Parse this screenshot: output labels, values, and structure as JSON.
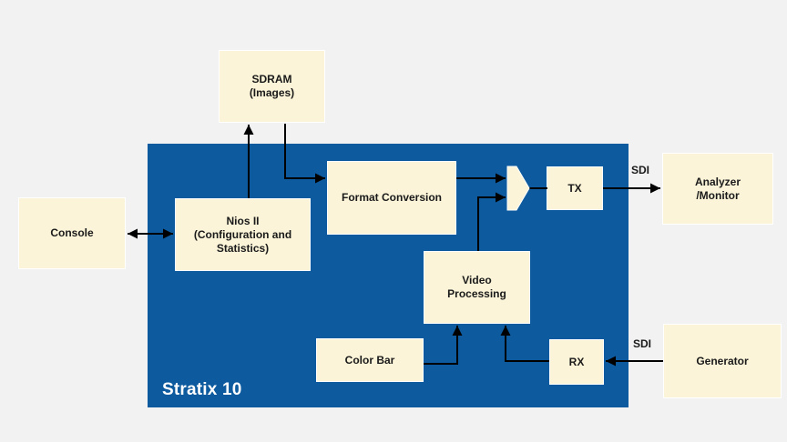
{
  "diagram": {
    "fpga": {
      "label": "Stratix 10"
    },
    "blocks": {
      "console": {
        "lines": [
          "Console"
        ]
      },
      "sdram": {
        "lines": [
          "SDRAM",
          "(Images)"
        ]
      },
      "nios": {
        "lines": [
          "Nios II",
          "(Configuration and",
          "Statistics)"
        ]
      },
      "format_conversion": {
        "lines": [
          "Format Conversion"
        ]
      },
      "video_processing": {
        "lines": [
          "Video",
          "Processing"
        ]
      },
      "color_bar": {
        "lines": [
          "Color Bar"
        ]
      },
      "tx": {
        "lines": [
          "TX"
        ]
      },
      "rx": {
        "lines": [
          "RX"
        ]
      },
      "analyzer": {
        "lines": [
          "Analyzer",
          "/Monitor"
        ]
      },
      "generator": {
        "lines": [
          "Generator"
        ]
      }
    },
    "edge_labels": {
      "sdi_out": "SDI",
      "sdi_in": "SDI"
    },
    "colors": {
      "fpga_fill": "#0d5a9e",
      "block_fill": "#fbf4d8",
      "block_border": "#ffffff",
      "connector": "#000000",
      "label_text": "#1a1a1a",
      "fpga_label_text": "#ffffff",
      "background": "#f2f2f2"
    }
  }
}
